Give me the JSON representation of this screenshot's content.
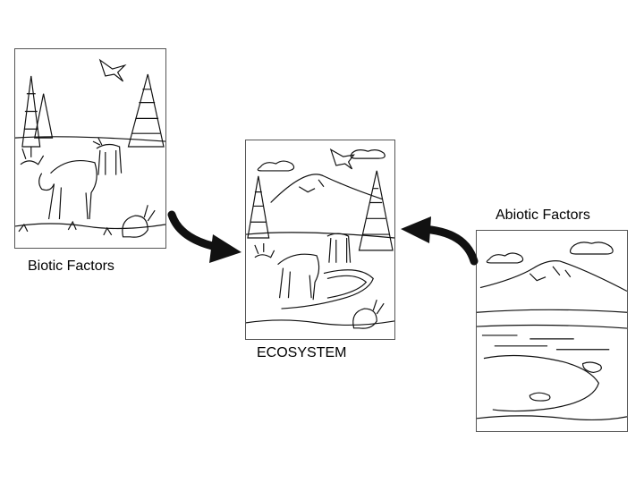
{
  "labels": {
    "biotic": "Biotic Factors",
    "ecosystem": "ECOSYSTEM",
    "abiotic": "Abiotic Factors"
  },
  "colors": {
    "line": "#111111",
    "arrow": "#111111",
    "border": "#555555"
  }
}
